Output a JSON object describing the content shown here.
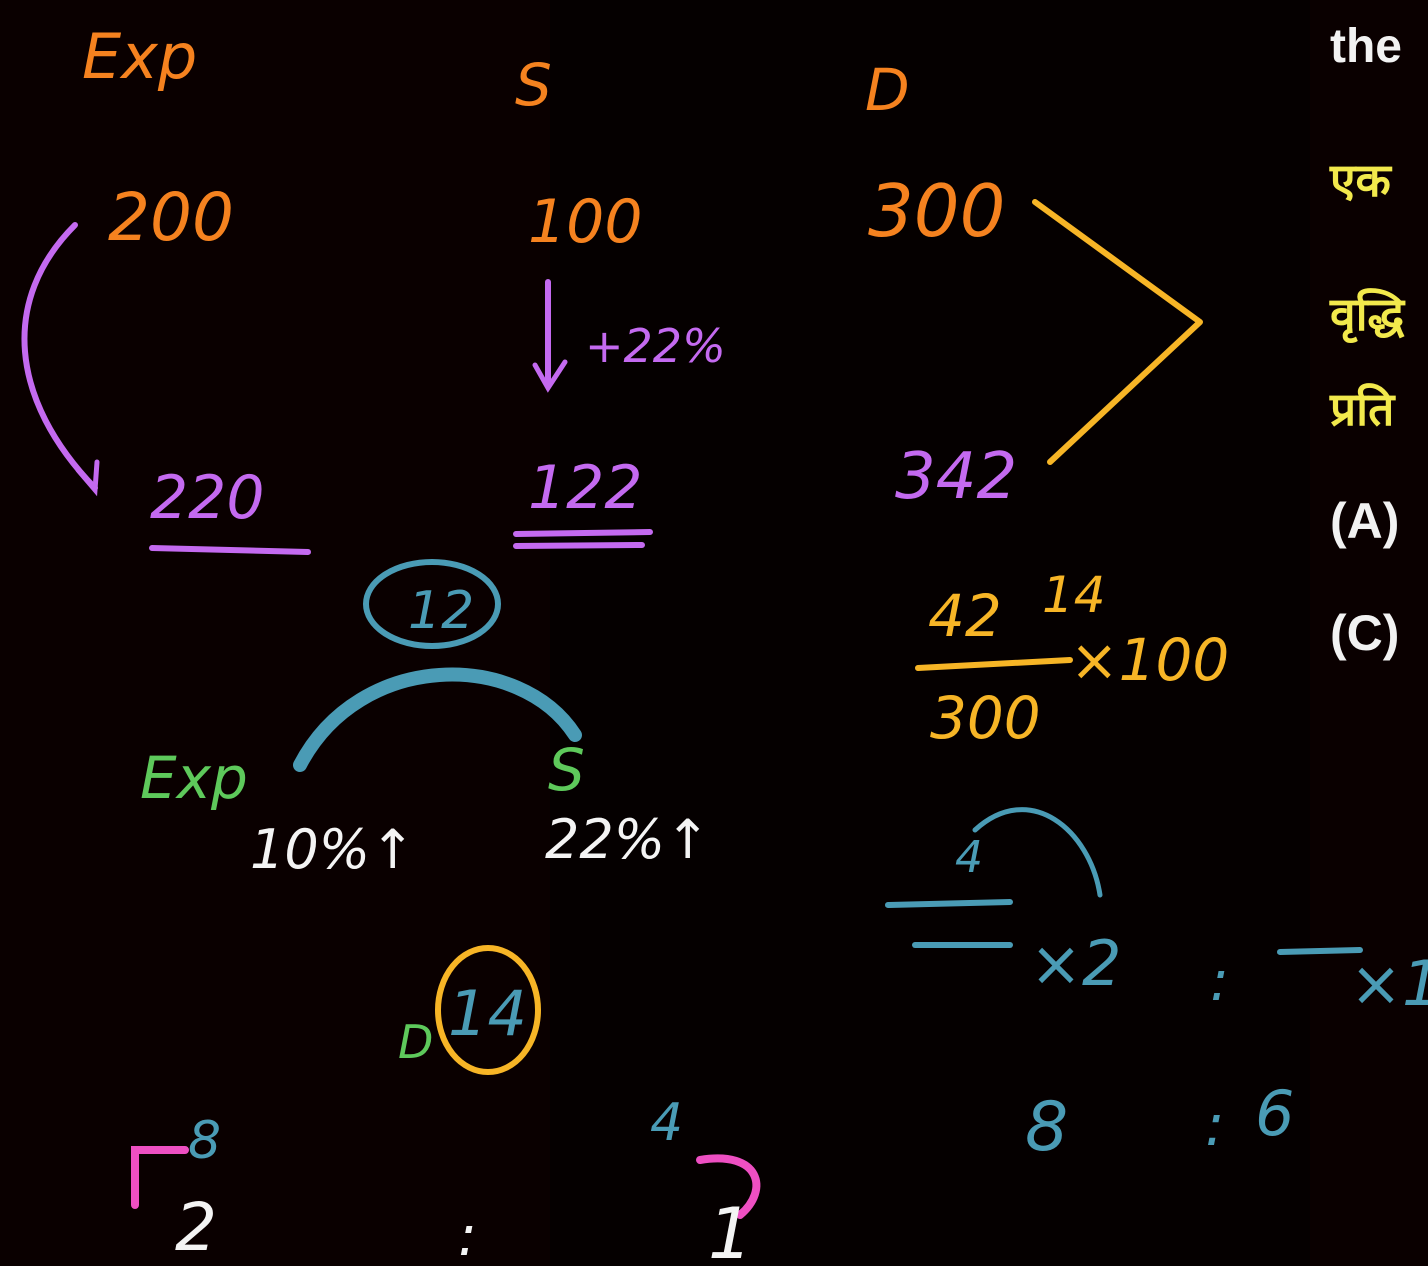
{
  "colors": {
    "background": "#0a0000",
    "orange": "#f5821f",
    "violet": "#c46af0",
    "yellow": "#f7b526",
    "teal": "#4a9bb5",
    "green": "#5ec95b",
    "white": "#f4f4f4",
    "pink": "#ee4fc2",
    "question_yellow": "#f2e94c",
    "question_white": "#f2f2f2"
  },
  "question_panel": {
    "line_1": "the",
    "line_2": "एक",
    "line_3": "वृद्धि",
    "line_4": "प्रति",
    "option_a": "(A)",
    "option_c": "(C)"
  },
  "headers": {
    "exp": "Exp",
    "s": "S",
    "d": "D"
  },
  "row_1": {
    "exp": "200",
    "s": "100",
    "d": "300"
  },
  "change_s": "+22%",
  "row_2": {
    "exp": "220",
    "s": "122",
    "d": "342"
  },
  "alligation": {
    "center": "12",
    "left_label": "Exp",
    "right_label": "S",
    "left_pct": "10%↑",
    "right_pct": "22%↑",
    "bottom_label": "D",
    "bottom_value": "14"
  },
  "calc_1": {
    "num": "42",
    "den": "300",
    "mult": "×100",
    "result": "14"
  },
  "calc_2": {
    "left": "×2",
    "right": "×1",
    "over": "4",
    "colon": ":"
  },
  "ratio_8_6": {
    "left": "8",
    "colon": ":",
    "right": "6"
  },
  "ratio_2_1": {
    "left_top": "8",
    "left": "2",
    "colon": ":",
    "right_top": "4",
    "right": "1"
  }
}
